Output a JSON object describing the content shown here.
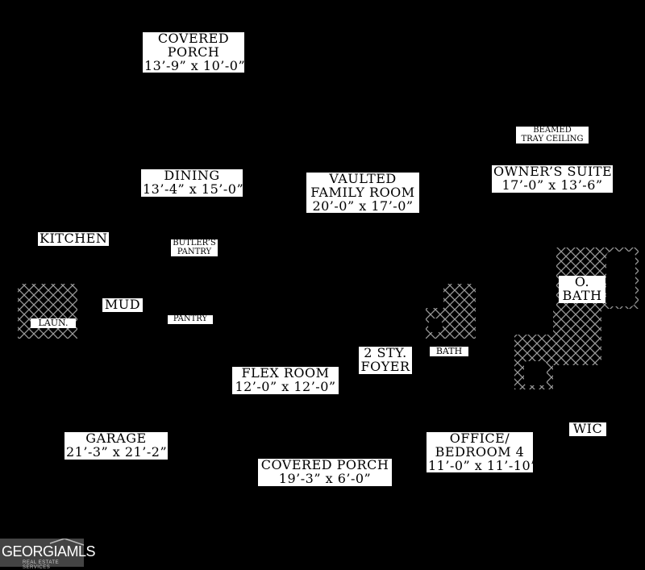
{
  "rooms": {
    "covered_porch_top": {
      "line1": "COVERED",
      "line2": "PORCH",
      "dims": "13’-9” x 10’-0”"
    },
    "dining": {
      "name": "DINING",
      "dims": "13’-4” x 15’-0”"
    },
    "family_room": {
      "line1": "VAULTED",
      "line2": "FAMILY ROOM",
      "dims": "20’-0” x 17’-0”"
    },
    "owners_note": {
      "line1": "BEAMED",
      "line2": "TRAY CEILING"
    },
    "owners_suite": {
      "name": "OWNER’S SUITE",
      "dims": "17’-0” x 13’-6”"
    },
    "kitchen": {
      "name": "KITCHEN"
    },
    "butlers_pantry": {
      "line1": "BUTLER’S",
      "line2": "PANTRY"
    },
    "mud": {
      "name": "MUD"
    },
    "laundry": {
      "name": "LAUN."
    },
    "pantry": {
      "name": "PANTRY"
    },
    "owners_bath": {
      "line1": "O.",
      "line2": "BATH"
    },
    "foyer": {
      "line1": "2 STY.",
      "line2": "FOYER"
    },
    "bath": {
      "name": "BATH"
    },
    "flex_room": {
      "name": "FLEX ROOM",
      "dims": "12’-0” x 12’-0”"
    },
    "wic": {
      "name": "WIC"
    },
    "garage": {
      "name": "GARAGE",
      "dims": "21’-3” x 21’-2”"
    },
    "office": {
      "line1": "OFFICE/",
      "line2": "BEDROOM 4",
      "dims": "11’-0” x 11’-10”"
    },
    "covered_porch_bottom": {
      "name": "COVERED PORCH",
      "dims": "19’-3” x 6’-0”"
    }
  },
  "logo": {
    "main": "GEORGIAMLS",
    "sub": "REAL ESTATE SERVICES"
  },
  "colors": {
    "background": "#000000",
    "label_bg": "#ffffff",
    "hatch": "#9a9a9a"
  }
}
